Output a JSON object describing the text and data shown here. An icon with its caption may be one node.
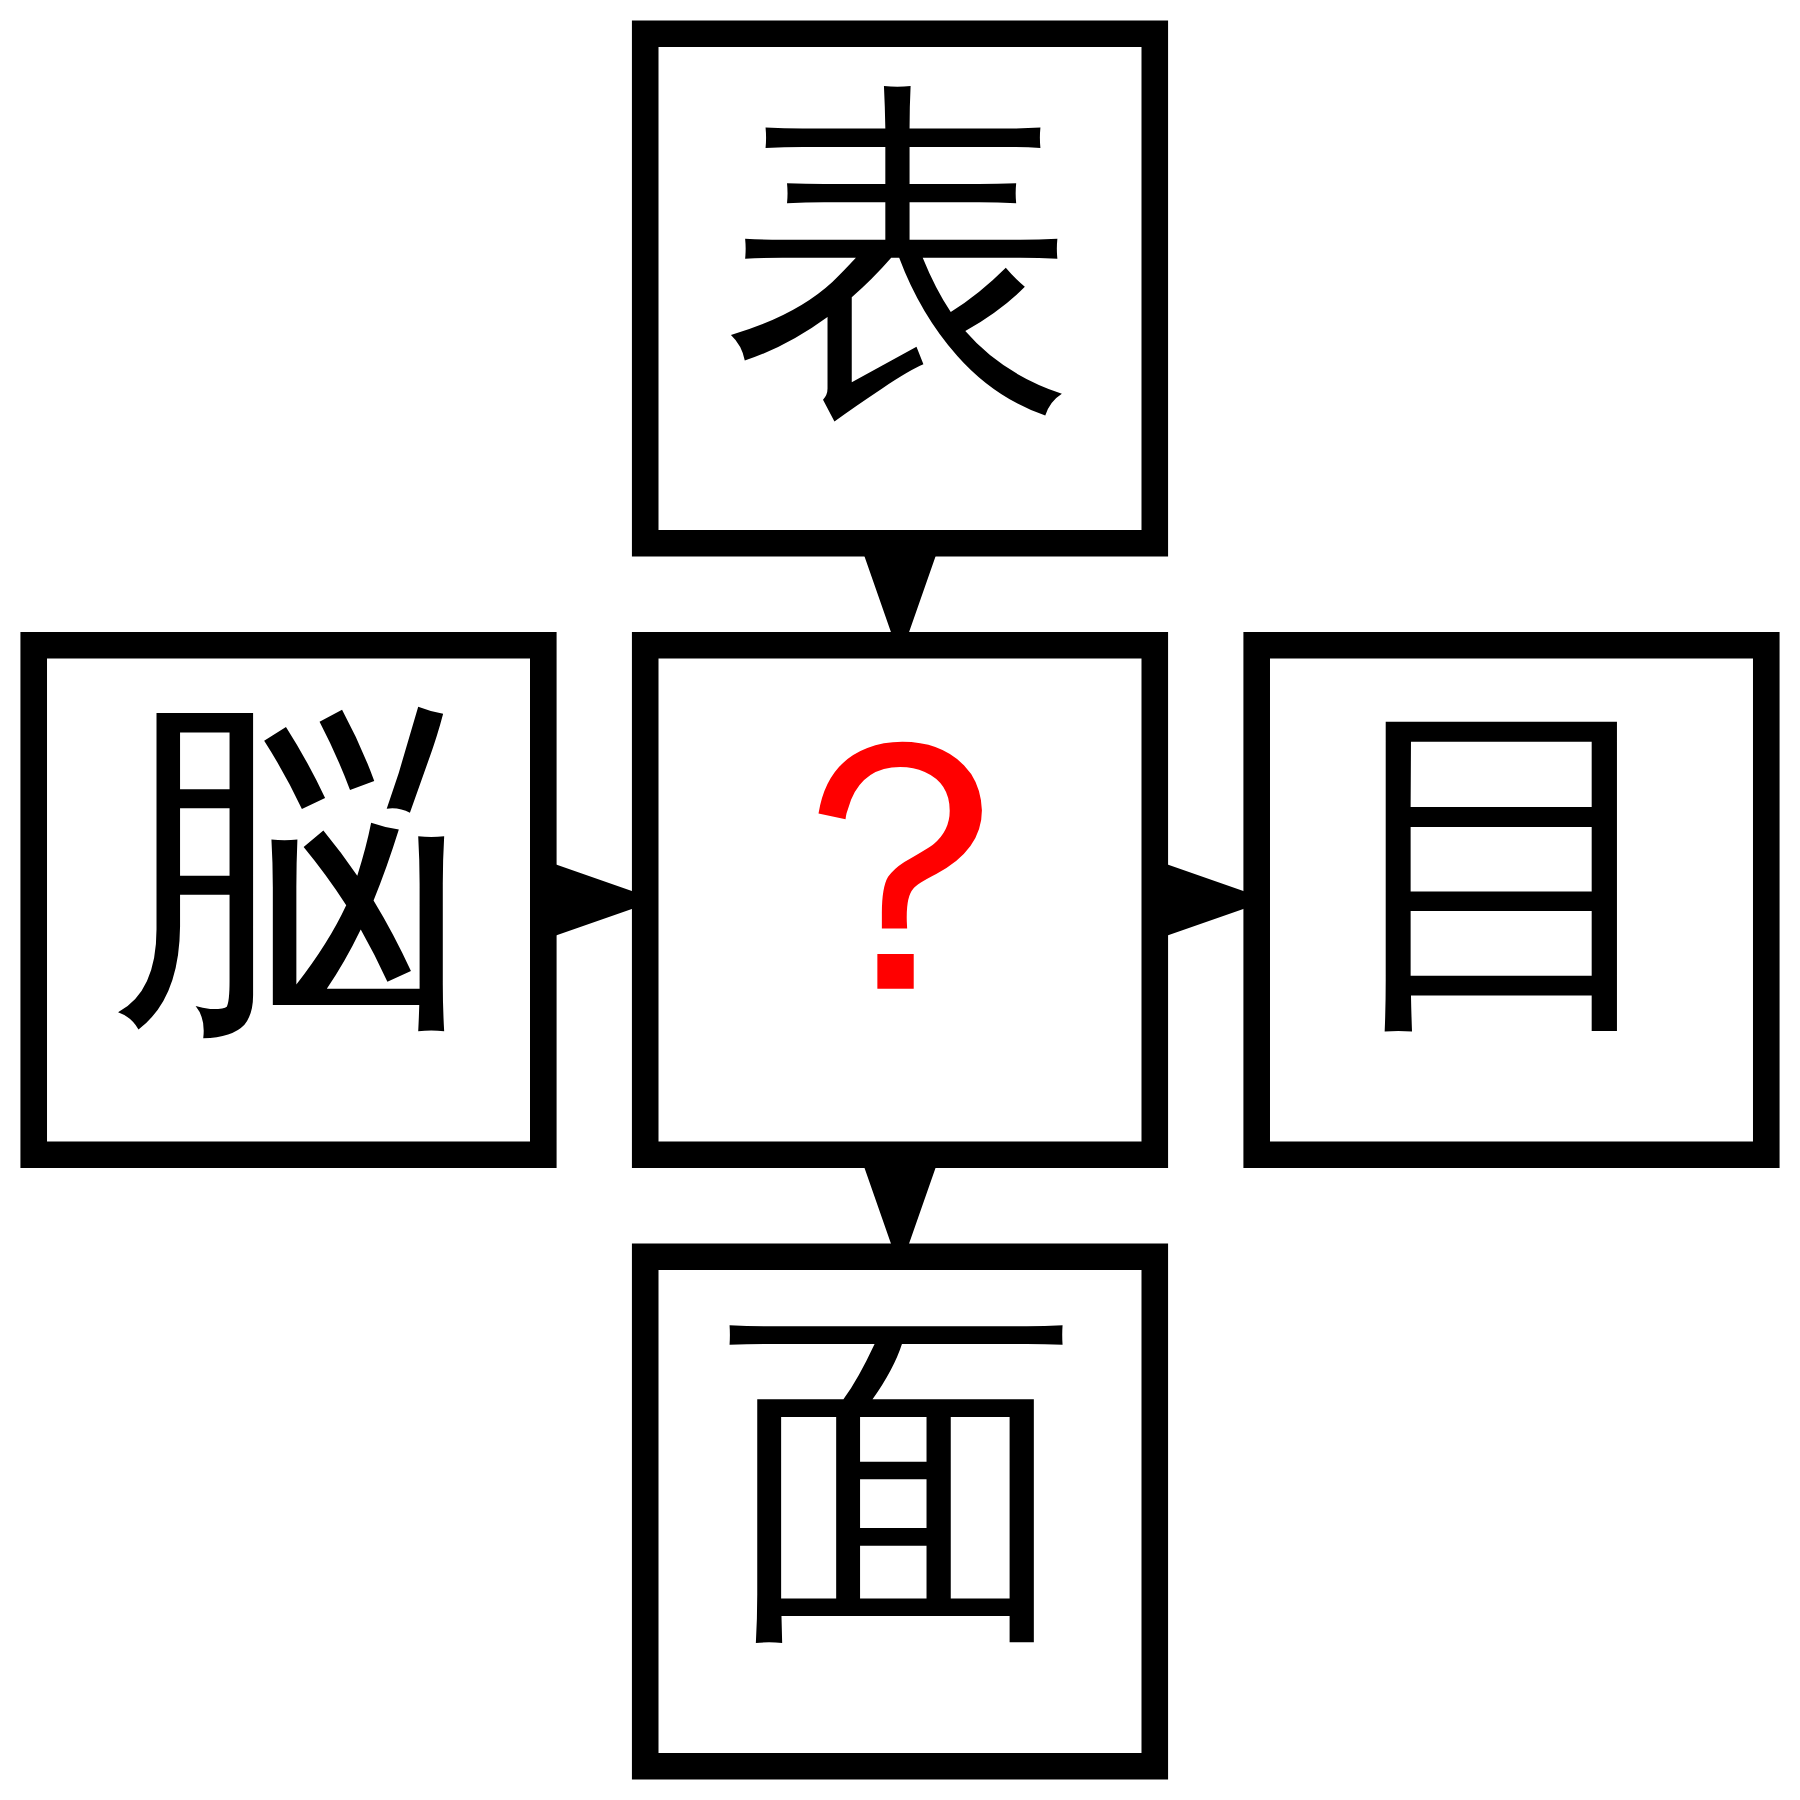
{
  "diagram": {
    "nodes": [
      {
        "text": [
          "表"
        ]
      },
      {
        "text": [
          "脳"
        ]
      },
      {
        "text": [
          "？"
        ]
      },
      {
        "text": [
          "目"
        ]
      },
      {
        "text": [
          "面"
        ]
      }
    ],
    "edges": [
      {
        "from": 0,
        "to": 2,
        "arrow": "to"
      },
      {
        "from": 1,
        "to": 2,
        "arrow": "to"
      },
      {
        "from": 2,
        "to": 3,
        "arrow": "to"
      },
      {
        "from": 2,
        "to": 4,
        "arrow": "to"
      }
    ]
  }
}
